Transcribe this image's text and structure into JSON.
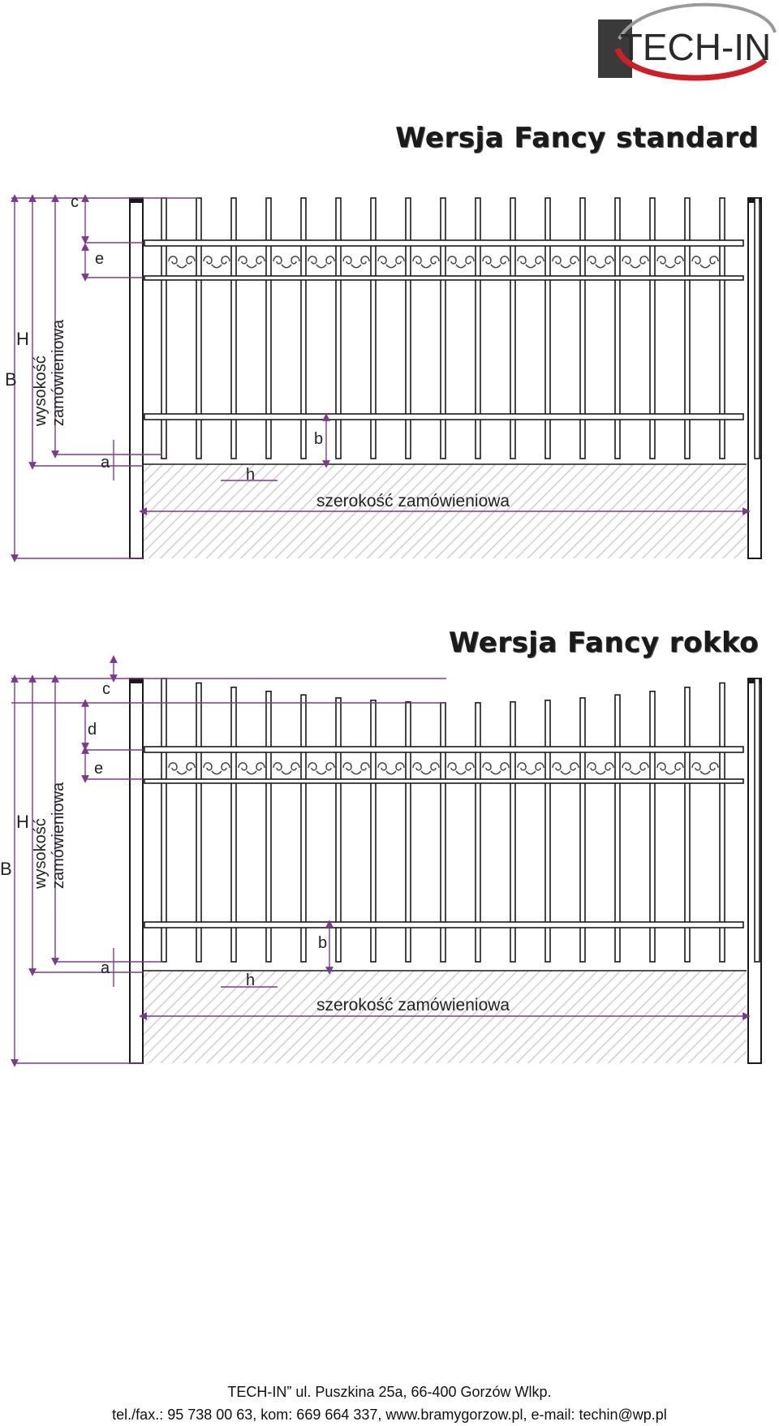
{
  "logo": {
    "text": "TECH-IN",
    "colors": {
      "dark": "#3a3a3a",
      "accent": "#cc2027"
    }
  },
  "sections": [
    {
      "title": "Wersja Fancy standard",
      "variant": "standard",
      "labels": {
        "B": "B",
        "H": "H",
        "height": [
          "wysokość",
          "zamówieniowa"
        ],
        "a": "a",
        "b": "b",
        "c": "c",
        "e": "e",
        "h": "h",
        "width": "szerokość zamówieniowa"
      }
    },
    {
      "title": "Wersja Fancy rokko",
      "variant": "rokko",
      "labels": {
        "B": "B",
        "H": "H",
        "height": [
          "wysokość",
          "zamówieniowa"
        ],
        "a": "a",
        "b": "b",
        "c": "c",
        "d": "d",
        "e": "e",
        "h": "h",
        "width": "szerokość zamówieniowa"
      }
    }
  ],
  "footer": {
    "line1": "TECH-IN” ul. Puszkina 25a, 66-400 Gorzów Wlkp.",
    "line2": "tel./fax.: 95 738 00 63, kom: 669 664 337, www.bramygorzow.pl, e-mail: techin@wp.pl"
  },
  "colors": {
    "dimension": "#7a3b8f",
    "line": "#1a1a1a",
    "hatch": "#cfcfcf"
  }
}
